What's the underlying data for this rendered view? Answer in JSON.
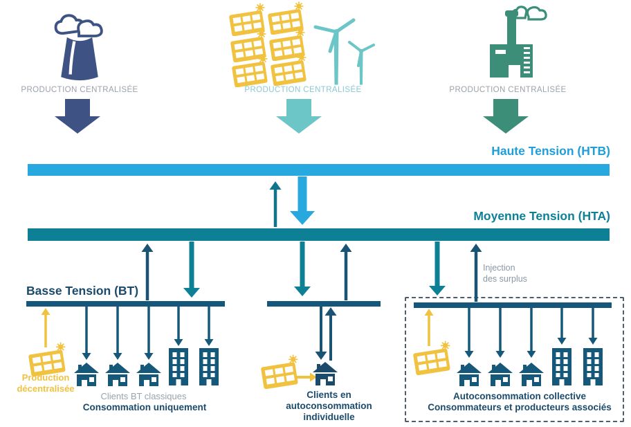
{
  "palette": {
    "blue": "#27A9E0",
    "bluelabel": "#1F9ED8",
    "teal": "#0D8096",
    "tealup": "#11748D",
    "btbar": "#15577A",
    "dark": "#16587A",
    "navytext": "#1B4A6B",
    "navyarrow": "#1B5372",
    "navy": "#3E5383",
    "lightteal": "#6CC5C6",
    "teallabel": "#8AC8D2",
    "green": "#3D8E79",
    "yellow": "#F0C23F",
    "gray": "#9AA2AA",
    "grayinj": "#8B98A6",
    "dash": "#4E5D69",
    "bg": "#FFFFFF"
  },
  "producers": [
    {
      "icon": "nuclear-plant-icon",
      "label": "PRODUCTION CENTRALISÉE"
    },
    {
      "icon": "solar-wind-icon",
      "label": "PRODUCTION CENTRALISÉE"
    },
    {
      "icon": "factory-icon",
      "label": "PRODUCTION CENTRALISÉE"
    }
  ],
  "levels": {
    "htb": "Haute Tension (HTB)",
    "hta": "Moyenne Tension (HTA)",
    "bt": "Basse Tension (BT)"
  },
  "annotations": {
    "injection": [
      "Injection",
      "des surplus"
    ],
    "prod_decentralisee": [
      "Production",
      "décentralisée"
    ]
  },
  "groups": {
    "left": {
      "line1": "Clients BT classiques",
      "line2": "Consommation uniquement"
    },
    "middle": {
      "line1": "Clients en",
      "line2": "autoconsommation",
      "line3": "individuelle"
    },
    "right": {
      "line1": "Autoconsommation collective",
      "line2": "Consommateurs et producteurs associés"
    }
  }
}
